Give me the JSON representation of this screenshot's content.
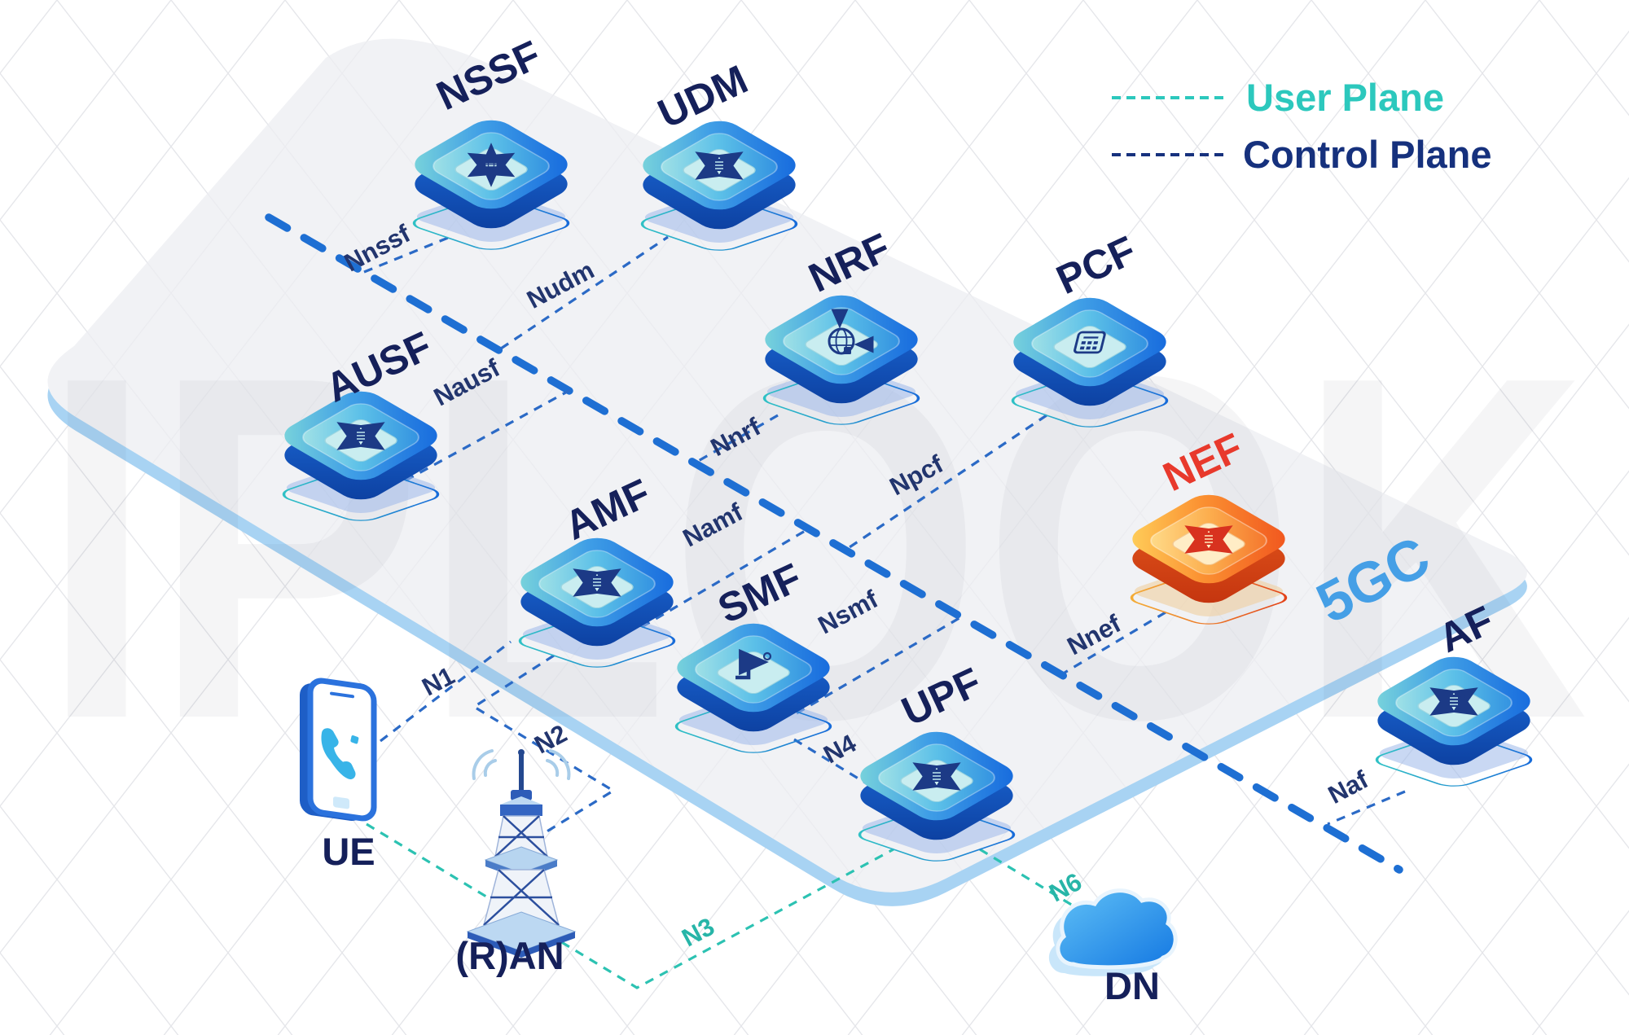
{
  "watermark": "IPLOOK",
  "platform": {
    "label": "5GC"
  },
  "legend": {
    "user_plane_label": "User Plane",
    "control_plane_label": "Control Plane",
    "user_plane_color": "#2cc8bd",
    "control_plane_color": "#16317d"
  },
  "nodes": [
    {
      "id": "nssf",
      "label": "NSSF",
      "icon": "six-arrows-icon",
      "color": "blue"
    },
    {
      "id": "udm",
      "label": "UDM",
      "icon": "four-arrows-icon",
      "color": "blue"
    },
    {
      "id": "nrf",
      "label": "NRF",
      "icon": "globe-icon",
      "color": "blue"
    },
    {
      "id": "pcf",
      "label": "PCF",
      "icon": "calculator-icon",
      "color": "blue"
    },
    {
      "id": "ausf",
      "label": "AUSF",
      "icon": "four-arrows-icon",
      "color": "blue"
    },
    {
      "id": "amf",
      "label": "AMF",
      "icon": "four-arrows-icon",
      "color": "blue"
    },
    {
      "id": "smf",
      "label": "SMF",
      "icon": "pipeline-icon",
      "color": "blue"
    },
    {
      "id": "nef",
      "label": "NEF",
      "icon": "four-arrows-icon",
      "color": "orange"
    },
    {
      "id": "upf",
      "label": "UPF",
      "icon": "four-arrows-icon",
      "color": "blue"
    },
    {
      "id": "af",
      "label": "AF",
      "icon": "four-arrows-icon",
      "color": "blue"
    }
  ],
  "endpoints": [
    {
      "id": "ue",
      "label": "UE",
      "icon": "smartphone-icon"
    },
    {
      "id": "ran",
      "label": "(R)AN",
      "icon": "radio-tower-icon"
    },
    {
      "id": "dn",
      "label": "DN",
      "icon": "cloud-icon"
    }
  ],
  "interfaces": [
    {
      "label": "Nnssf",
      "plane": "control"
    },
    {
      "label": "Nudm",
      "plane": "control"
    },
    {
      "label": "Nausf",
      "plane": "control"
    },
    {
      "label": "Nnrf",
      "plane": "control"
    },
    {
      "label": "Npcf",
      "plane": "control"
    },
    {
      "label": "Namf",
      "plane": "control"
    },
    {
      "label": "Nsmf",
      "plane": "control"
    },
    {
      "label": "Nnef",
      "plane": "control"
    },
    {
      "label": "Naf",
      "plane": "control"
    },
    {
      "label": "N1",
      "plane": "control"
    },
    {
      "label": "N2",
      "plane": "control"
    },
    {
      "label": "N4",
      "plane": "control"
    },
    {
      "label": "N3",
      "plane": "user"
    },
    {
      "label": "N6",
      "plane": "user"
    }
  ],
  "colors": {
    "control_plane_line": "#1e6fd3",
    "user_plane_line": "#2cc2b2",
    "platform_fill": "#f1f2f5",
    "platform_edge": "#a8d3f3",
    "chip_blue_light": "#7fd9da",
    "chip_blue_dark": "#1467dd",
    "chip_orange_light": "#ffc84d",
    "chip_orange_dark": "#f0521d",
    "nef_label_red": "#e8392c",
    "gc_label_blue": "#459fe6",
    "navy_text": "#15205a"
  }
}
